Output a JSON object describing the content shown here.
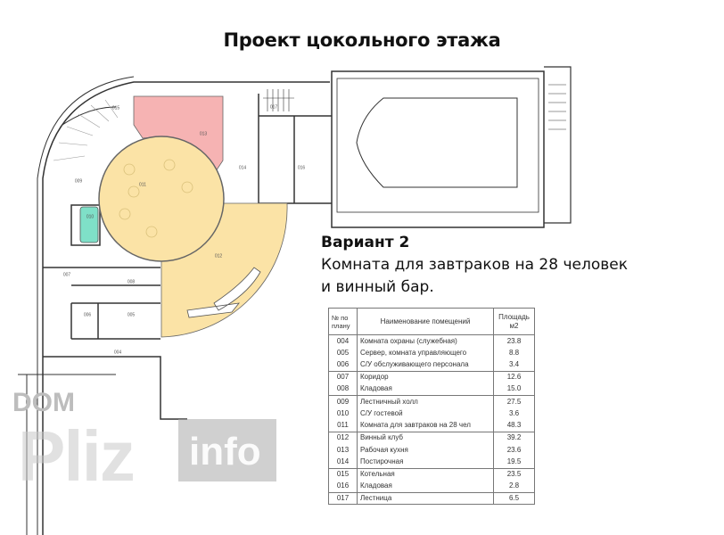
{
  "title": "Проект цокольного этажа",
  "variant": {
    "heading": "Вариант 2",
    "line1": "Комната для завтраков на 28 человек",
    "line2": "и винный бар."
  },
  "colors": {
    "kitchen": "#f6b3b3",
    "breakfast": "#fbe3a6",
    "restroom": "#7fe0c8"
  },
  "plan_labels": [
    "004",
    "005",
    "006",
    "007",
    "008",
    "009",
    "010",
    "011",
    "012",
    "013",
    "014",
    "015",
    "016",
    "017"
  ],
  "table": {
    "headers": {
      "num": "№ по плану",
      "name": "Наименование помещений",
      "area": "Площадь м2"
    },
    "rows": [
      {
        "num": "004",
        "name": "Комната охраны (служебная)",
        "area": "23.8"
      },
      {
        "num": "005",
        "name": "Сервер, комната управляющего",
        "area": "8.8"
      },
      {
        "num": "006",
        "name": "С/У обслуживающего персонала",
        "area": "3.4"
      },
      {
        "num": "007",
        "name": "Коридор",
        "area": "12.6"
      },
      {
        "num": "008",
        "name": "Кладовая",
        "area": "15.0"
      },
      {
        "num": "009",
        "name": "Лестничный холл",
        "area": "27.5"
      },
      {
        "num": "010",
        "name": "С/У гостевой",
        "area": "3.6"
      },
      {
        "num": "011",
        "name": "Комната для завтраков на 28 чел",
        "area": "48.3"
      },
      {
        "num": "012",
        "name": "Винный клуб",
        "area": "39.2"
      },
      {
        "num": "013",
        "name": "Рабочая кухня",
        "area": "23.6"
      },
      {
        "num": "014",
        "name": "Постирочная",
        "area": "19.5"
      },
      {
        "num": "015",
        "name": "Котельная",
        "area": "23.5"
      },
      {
        "num": "016",
        "name": "Кладовая",
        "area": "2.8"
      },
      {
        "num": "017",
        "name": "Лестница",
        "area": "6.5"
      }
    ]
  },
  "watermark": {
    "dom": "DOM",
    "pliz": "Pliz",
    "info": "info"
  }
}
